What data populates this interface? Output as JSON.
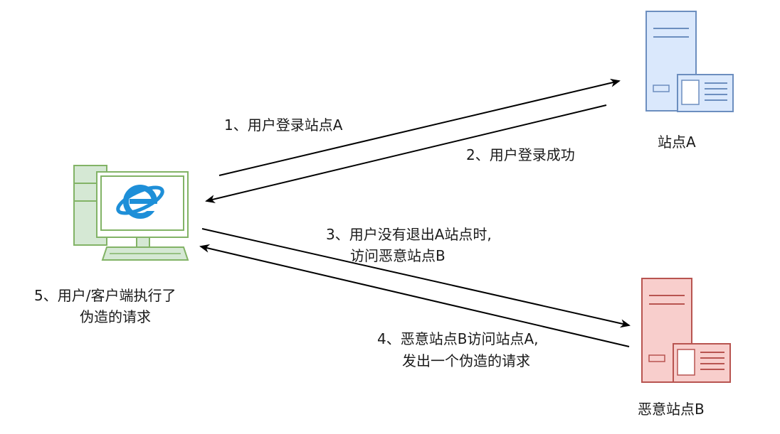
{
  "nodes": {
    "client_label_line1": "5、用户/客户端执行了",
    "client_label_line2": "伪造的请求",
    "site_a_label": "站点A",
    "site_b_label": "恶意站点B",
    "client_icon": "computer-with-ie-icon",
    "site_a_icon": "server-icon",
    "site_b_icon": "server-icon"
  },
  "steps": {
    "step1": "1、用户登录站点A",
    "step2": "2、用户登录成功",
    "step3_line1": "3、用户没有退出A站点时,",
    "step3_line2": "访问恶意站点B",
    "step4_line1": "4、恶意站点B访问站点A,",
    "step4_line2": "发出一个伪造的请求"
  },
  "colors": {
    "client_stroke": "#82b366",
    "client_fill": "#d5e8d4",
    "site_a_stroke": "#6c8ebf",
    "site_a_fill": "#dae8fc",
    "site_b_stroke": "#b85450",
    "site_b_fill": "#f8cecc",
    "ie_blue": "#1e8fd8",
    "arrow": "#000000"
  }
}
